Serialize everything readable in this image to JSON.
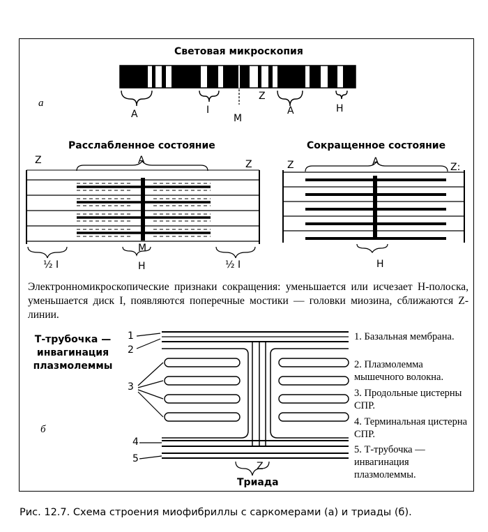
{
  "section_a": {
    "label": "а",
    "light_title": "Световая микроскопия",
    "light_labels": {
      "a1": "A",
      "i": "I",
      "m": "M",
      "z": "Z",
      "a2": "A",
      "h": "H"
    },
    "relaxed": {
      "title": "Расслабленное состояние",
      "z_left": "Z",
      "a": "A",
      "z_right": "Z",
      "half_i_left": "½ I",
      "m": "M",
      "h": "H",
      "half_i_right": "½ I"
    },
    "contracted": {
      "title": "Сокращенное состояние",
      "z_left": "Z",
      "a": "A",
      "z_right": "Z:",
      "h": "H"
    },
    "signs_text": "Электронномикроскопические признаки сокращения: уменьшается или исчезает H-полоска, уменьшается диск I, появляются поперечные мостики — головки миозина, сближаются Z-линии."
  },
  "section_b": {
    "label": "б",
    "t_tubule_label": "Т-трубочка — инвагинация плазмолеммы",
    "num_labels": [
      "1",
      "2",
      "3",
      "4",
      "5"
    ],
    "z": "Z",
    "triad": "Триада",
    "legend": [
      "1. Базальная мембрана.",
      "2. Плазмолемма мышечного волокна.",
      "3. Продольные цистерны СПР.",
      "4. Терминальная цистерна СПР.",
      "5. Т-трубочка — инвагинация плазмолеммы."
    ]
  },
  "caption": "Рис. 12.7. Схема строения миофибриллы с саркомерами (а) и  триады (б)."
}
